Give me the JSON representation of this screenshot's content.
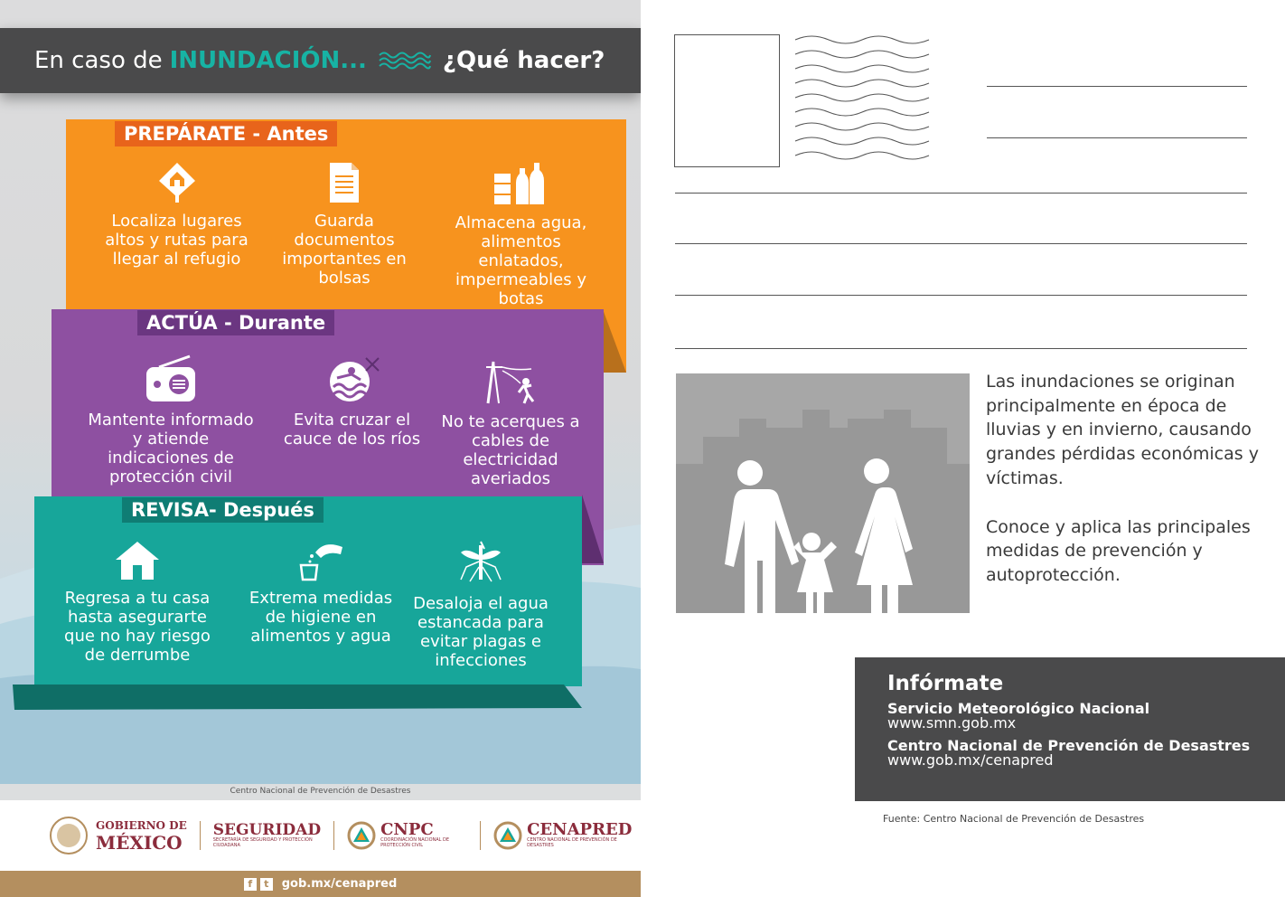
{
  "header": {
    "prefix": "En caso de",
    "keyword": "INUNDACIÓN...",
    "question": "¿Qué hacer?"
  },
  "sections": [
    {
      "tag": "PREPÁRATE - Antes",
      "items": [
        {
          "text": "Localiza lugares altos y rutas para llegar al refugio",
          "icon": "shelter-sign-icon"
        },
        {
          "text": "Guarda documentos importantes en bolsas",
          "icon": "document-icon"
        },
        {
          "text": "Almacena agua, alimentos enlatados, impermeables y botas",
          "icon": "supplies-icon"
        }
      ]
    },
    {
      "tag": "ACTÚA - Durante",
      "items": [
        {
          "text": "Mantente informado y atiende indicaciones de protección civil",
          "icon": "radio-icon"
        },
        {
          "text": "Evita cruzar el cauce de los ríos",
          "icon": "no-swim-icon"
        },
        {
          "text": "No te acerques a cables de electricidad averiados",
          "icon": "power-line-icon"
        }
      ]
    },
    {
      "tag": "REVISA- Después",
      "items": [
        {
          "text": "Regresa a tu casa hasta asegurarte que no hay riesgo de derrumbe",
          "icon": "house-icon"
        },
        {
          "text": "Extrema medidas de higiene en alimentos y agua",
          "icon": "hygiene-icon"
        },
        {
          "text": "Desaloja el agua estancada para evitar plagas e infecciones",
          "icon": "mosquito-icon"
        }
      ]
    }
  ],
  "left_source": "Centro Nacional de Prevención de Desastres",
  "logos": {
    "gobierno_line1": "GOBIERNO DE",
    "gobierno_line2": "MÉXICO",
    "seguridad": "SEGURIDAD",
    "seguridad_sub": "SECRETARÍA DE SEGURIDAD Y PROTECCIÓN CIUDADANA",
    "cnpc": "CNPC",
    "cnpc_sub": "COORDINACIÓN NACIONAL DE PROTECCIÓN CIVIL",
    "cenapred": "CENAPRED",
    "cenapred_sub": "CENTRO NACIONAL DE PREVENCIÓN DE DESASTRES"
  },
  "footer": {
    "url": "gob.mx/cenapred"
  },
  "intro": {
    "p1": "Las inundaciones se originan principalmente en época de lluvias y en invierno, causando grandes pérdidas económicas y víctimas.",
    "p2": "Conoce y aplica las principales medidas de prevención y autoprotección."
  },
  "info": {
    "heading": "Infórmate",
    "org1": "Servicio Meteorológico Nacional",
    "url1": "www.smn.gob.mx",
    "org2": "Centro Nacional de Prevención de Desastres",
    "url2": "www.gob.mx/cenapred"
  },
  "right_source": "Fuente: Centro Nacional de Prevención de Desastres",
  "colors": {
    "orange": "#f7931e",
    "purple": "#8e50a1",
    "teal": "#17a69a",
    "dark_gray": "#4a4a4b",
    "gold": "#b48f5f"
  }
}
